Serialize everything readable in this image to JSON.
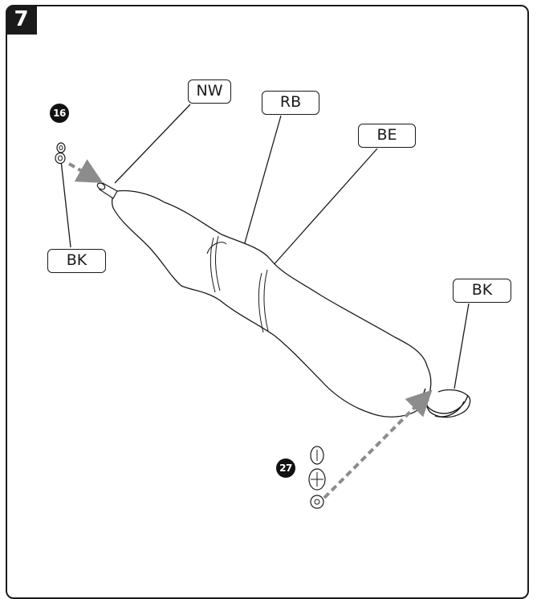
{
  "step": {
    "number": "7",
    "color": "#1a1a1a"
  },
  "labels": {
    "nw": "NW",
    "rb": "RB",
    "be": "BE",
    "bk_left": "BK",
    "bk_right": "BK"
  },
  "parts": {
    "part_a": "16",
    "part_b": "27"
  },
  "colors": {
    "line": "#1a1a1a",
    "arrow": "#8c8c8c"
  }
}
